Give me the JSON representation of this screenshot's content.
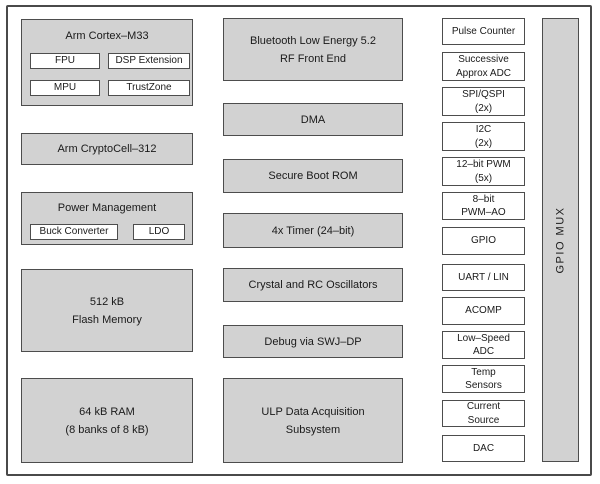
{
  "diagram": {
    "type": "soc-block-diagram",
    "colors": {
      "block_fill": "#d2d2d2",
      "block_border": "#4d4d4d",
      "white_fill": "#ffffff",
      "frame_border": "#4a4a4a",
      "text": "#1a1a1a"
    },
    "left_column": {
      "cortex": {
        "title": "Arm Cortex–M33",
        "sub_blocks": [
          "FPU",
          "DSP Extension",
          "MPU",
          "TrustZone"
        ]
      },
      "cryptocell": {
        "lines": [
          "Arm CryptoCell–312"
        ]
      },
      "power": {
        "title": "Power Management",
        "sub_blocks": [
          "Buck Converter",
          "LDO"
        ]
      },
      "flash": {
        "lines": [
          "512 kB",
          "Flash Memory"
        ]
      },
      "ram": {
        "lines": [
          "64 kB RAM",
          "(8 banks of 8 kB)"
        ]
      }
    },
    "middle_column": {
      "ble": {
        "lines": [
          "Bluetooth Low Energy 5.2",
          "RF Front End"
        ]
      },
      "dma": {
        "lines": [
          "DMA"
        ]
      },
      "secure_boot_rom": {
        "lines": [
          "Secure Boot ROM"
        ]
      },
      "timer": {
        "lines": [
          "4x Timer (24–bit)"
        ]
      },
      "oscillators": {
        "lines": [
          "Crystal and RC Oscillators"
        ]
      },
      "debug": {
        "lines": [
          "Debug via SWJ–DP"
        ]
      },
      "ulp": {
        "lines": [
          "ULP Data Acquisition",
          "Subsystem"
        ]
      }
    },
    "right_column": [
      {
        "lines": [
          "Pulse Counter"
        ]
      },
      {
        "lines": [
          "Successive",
          "Approx ADC"
        ]
      },
      {
        "lines": [
          "SPI/QSPI",
          "(2x)"
        ]
      },
      {
        "lines": [
          "I2C",
          "(2x)"
        ]
      },
      {
        "lines": [
          "12–bit PWM",
          "(5x)"
        ]
      },
      {
        "lines": [
          "8–bit",
          "PWM–AO"
        ]
      },
      {
        "lines": [
          "GPIO"
        ]
      },
      {
        "lines": [
          "UART / LIN"
        ]
      },
      {
        "lines": [
          "ACOMP"
        ]
      },
      {
        "lines": [
          "Low–Speed",
          "ADC"
        ]
      },
      {
        "lines": [
          "Temp",
          "Sensors"
        ]
      },
      {
        "lines": [
          "Current",
          "Source"
        ]
      },
      {
        "lines": [
          "DAC"
        ]
      }
    ],
    "gpio_mux": {
      "label": "GPIO MUX"
    }
  }
}
